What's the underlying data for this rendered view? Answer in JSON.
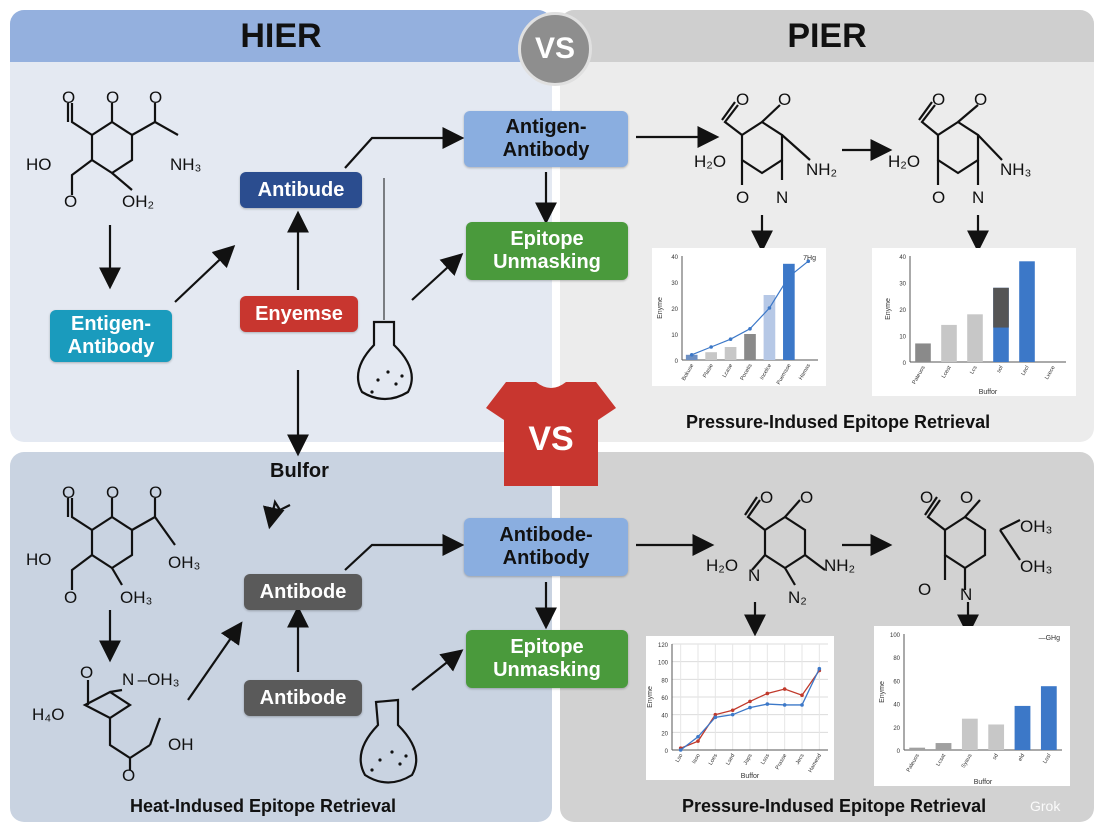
{
  "headers": {
    "left": "HIER",
    "right": "PIER"
  },
  "vs_top": "VS",
  "vs_center": "VS",
  "top_left": {
    "boxes": {
      "antigen_antibody_top": "Antigen-\nAntibody",
      "antibude": "Antibude",
      "enyemse": "Enyemse",
      "entigen_antibody": "Entigen-\nAntibody",
      "epitope_unmasking": "Epitope\nUnmasking"
    },
    "molecule": {
      "o1": "O",
      "o2": "O",
      "o3": "O",
      "ho": "HO",
      "nh3": "NH₃",
      "o4": "O",
      "oh2": "OH₂"
    },
    "bulfor": "Bulfor"
  },
  "top_right": {
    "molecule1": {
      "o1": "O",
      "o2": "O",
      "h2o": "H₂O",
      "nh2": "NH₂",
      "n": "N",
      "o3": "O"
    },
    "molecule2": {
      "o1": "O",
      "o2": "O",
      "h2o": "H₂O",
      "nh3": "NH₃",
      "n": "N",
      "o3": "O"
    },
    "caption": "Pressure-Indused Epitope Retrieval"
  },
  "bottom_left": {
    "boxes": {
      "antibode_antibody": "Antibode-\nAntibody",
      "antibode1": "Antibode",
      "antibode2": "Antibode",
      "epitope_unmasking": "Epitope\nUnmasking"
    },
    "molecule1": {
      "o1": "O",
      "o2": "O",
      "o3": "O",
      "ho": "HO",
      "oh3": "OH₃",
      "o4": "O",
      "oh3b": "OH₃"
    },
    "molecule2": {
      "o1": "O",
      "noh3": "N –OH₃",
      "h4o": "H₄O",
      "oh": "OH",
      "o2": "O"
    },
    "caption": "Heat-Indused Epitope Retrieval"
  },
  "bottom_right": {
    "molecule1": {
      "o1": "O",
      "o2": "O",
      "h2o": "H₂O",
      "n": "N",
      "nh2": "NH₂",
      "n2": "N₂"
    },
    "molecule2": {
      "o1": "O",
      "o2": "O",
      "oh3a": "OH₃",
      "oh3b": "OH₃",
      "o3": "O",
      "n": "N"
    },
    "caption": "Pressure-Indused Epitope Retrieval"
  },
  "colors": {
    "blue_box": "#8aaee0",
    "navy_box": "#2b4d8f",
    "green_box": "#4a9a3c",
    "red_box": "#c8362f",
    "teal_box": "#1a9bbd",
    "gray_box": "#5a5a5a",
    "series_blue": "#3c78c8",
    "series_red": "#c0392b"
  },
  "watermark": "Grok",
  "chart_data": [
    {
      "type": "bar",
      "ylabel": "Enyme",
      "ylim": [
        0,
        40
      ],
      "yticks": [
        "0",
        "10",
        "20",
        "30",
        "40"
      ],
      "categories": [
        "Bokuse",
        "Plasie",
        "Lcase",
        "Pocetis",
        "Incelce",
        "Puemsse",
        "Hamas"
      ],
      "values": [
        2,
        3,
        5,
        10,
        25,
        37,
        0
      ],
      "bar_colors": [
        "#6d8fc2",
        "#c7c7c7",
        "#c7c7c7",
        "#8a8a8a",
        "#b6c8e6",
        "#3c78c8",
        "#ffffff"
      ],
      "line_series": {
        "name": "7Hg",
        "values": [
          2,
          5,
          8,
          12,
          20,
          32,
          38
        ]
      }
    },
    {
      "type": "bar",
      "ylabel": "Enyme",
      "xlabel": "Buffor",
      "ylim": [
        0,
        40
      ],
      "yticks": [
        "0",
        "10",
        "20",
        "30",
        "40"
      ],
      "categories": [
        "Pateuos",
        "Lcest",
        "Lcs",
        "sol",
        "Lecl",
        "Lxece"
      ],
      "values": [
        7,
        14,
        18,
        28,
        38,
        0
      ],
      "bar_colors": [
        "#8a8a8a",
        "#c7c7c7",
        "#c7c7c7",
        "#3c78c8",
        "#3c78c8",
        "#ffffff"
      ],
      "bar_overlay": [
        0,
        0,
        0,
        13,
        0,
        0
      ]
    },
    {
      "type": "line",
      "ylabel": "Enyme",
      "xlabel": "Buffor",
      "ylim": [
        0,
        120
      ],
      "yticks": [
        "0",
        "20",
        "40",
        "60",
        "80",
        "100",
        "120"
      ],
      "categories": [
        "Lso",
        "Iaso",
        "Loes",
        "Lsed",
        "Japs",
        "Lsss",
        "Prasse",
        "Jecs",
        "Hamesd"
      ],
      "series": [
        {
          "values": [
            2,
            10,
            40,
            45,
            55,
            64,
            69,
            62,
            90
          ]
        },
        {
          "values": [
            0,
            15,
            37,
            40,
            48,
            52,
            51,
            51,
            92
          ]
        }
      ]
    },
    {
      "type": "bar",
      "ylabel": "Enyme",
      "xlabel": "Buffor",
      "ylim": [
        0,
        100
      ],
      "yticks": [
        "0",
        "20",
        "40",
        "60",
        "80",
        "100"
      ],
      "categories": [
        "Paleuos",
        "Lcsat",
        "Syaus",
        "sd",
        "eld",
        "Losl"
      ],
      "values": [
        2,
        6,
        27,
        22,
        38,
        55,
        0
      ],
      "bar_colors": [
        "#a0a0a0",
        "#a0a0a0",
        "#c7c7c7",
        "#c7c7c7",
        "#3c78c8",
        "#3c78c8",
        "#ffffff"
      ],
      "legend": "—GHg"
    }
  ]
}
